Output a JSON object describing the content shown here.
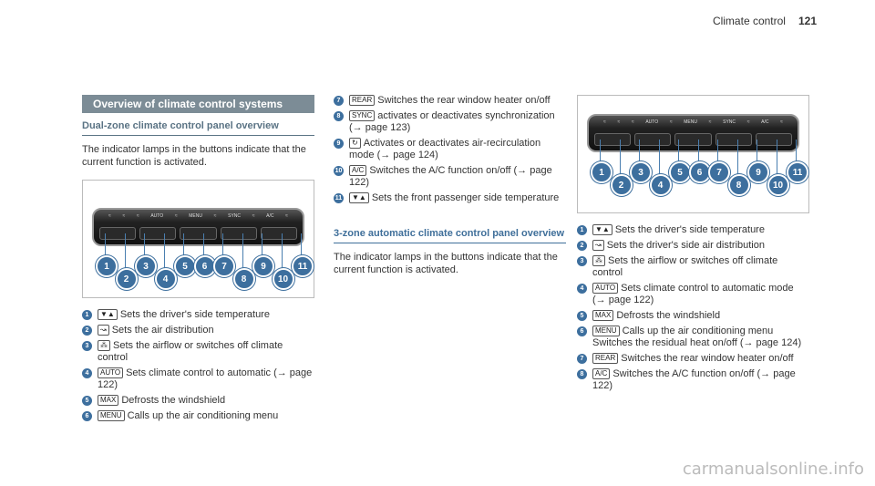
{
  "header": {
    "section": "Climate control",
    "page": "121"
  },
  "left": {
    "section_title": "Overview of climate control systems",
    "subtitle": "Dual-zone climate control panel overview",
    "intro": "The indicator lamps in the buttons indicate that the current function is activated.",
    "panel_labels": [
      "≈",
      "≈",
      "≈",
      "AUTO",
      "≈",
      "MENU",
      "≈",
      "SYNC",
      "≈",
      "A/C",
      "≈"
    ],
    "callouts": [
      "1",
      "2",
      "3",
      "4",
      "5",
      "6",
      "7",
      "8",
      "9",
      "10",
      "11"
    ],
    "items": [
      {
        "n": "1",
        "icon": "▼▲",
        "text": "Sets the driver's side temperature"
      },
      {
        "n": "2",
        "icon": "↝",
        "text": "Sets the air distribution"
      },
      {
        "n": "3",
        "icon": "⁂",
        "text": "Sets the airflow or switches off climate control"
      },
      {
        "n": "4",
        "icon": "AUTO",
        "text": "Sets climate control to automatic (→ page 122)"
      },
      {
        "n": "5",
        "icon": "MAX",
        "text": "Defrosts the windshield"
      },
      {
        "n": "6",
        "icon": "MENU",
        "text": "Calls up the air conditioning menu"
      }
    ]
  },
  "middle": {
    "items": [
      {
        "n": "7",
        "icon": "REAR",
        "text": "Switches the rear window heater on/off"
      },
      {
        "n": "8",
        "icon": "SYNC",
        "text": "activates or deactivates synchronization (→ page 123)"
      },
      {
        "n": "9",
        "icon": "↻",
        "text": "Activates or deactivates air-recirculation mode (→ page 124)"
      },
      {
        "n": "10",
        "icon": "A/C",
        "text": "Switches the A/C function on/off (→ page 122)"
      },
      {
        "n": "11",
        "icon": "▼▲",
        "text": "Sets the front passenger side temperature"
      }
    ],
    "subtitle": "3-zone automatic climate control panel overview",
    "intro": "The indicator lamps in the buttons indicate that the current function is activated."
  },
  "right": {
    "callouts": [
      "1",
      "2",
      "3",
      "4",
      "5",
      "6",
      "7",
      "8",
      "9",
      "10",
      "11"
    ],
    "items": [
      {
        "n": "1",
        "icon": "▼▲",
        "text": "Sets the driver's side temperature"
      },
      {
        "n": "2",
        "icon": "↝",
        "text": "Sets the driver's side air distribution"
      },
      {
        "n": "3",
        "icon": "⁂",
        "text": "Sets the airflow or switches off climate control"
      },
      {
        "n": "4",
        "icon": "AUTO",
        "text": "Sets climate control to automatic mode (→ page 122)"
      },
      {
        "n": "5",
        "icon": "MAX",
        "text": "Defrosts the windshield"
      },
      {
        "n": "6",
        "icon": "MENU",
        "text": "Calls up the air conditioning menu Switches the residual heat on/off (→ page 124)"
      },
      {
        "n": "7",
        "icon": "REAR",
        "text": "Switches the rear window heater on/off"
      },
      {
        "n": "8",
        "icon": "A/C",
        "text": "Switches the A/C function on/off (→ page 122)"
      }
    ]
  },
  "footer": "carmanualsonline.info"
}
